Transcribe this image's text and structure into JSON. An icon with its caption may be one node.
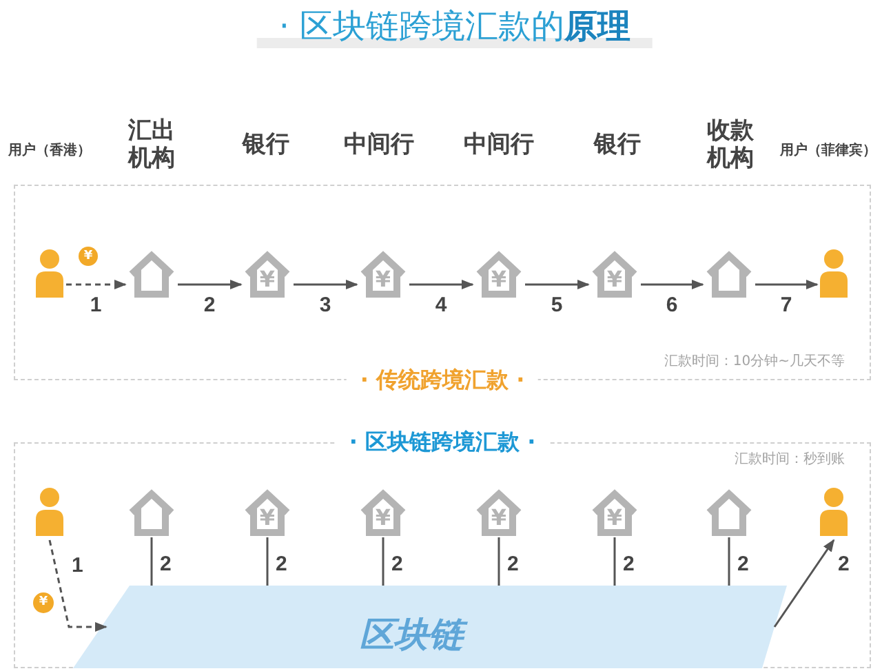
{
  "diagram": {
    "title": "· 区块链跨境汇款的**原理**",
    "nodes": [
      {
        "text": [
          "· 传统跨境汇款 ·",
          "汇款时间：10分钟~几天不等"
        ]
      },
      {
        "text": [],
        "shape": "person",
        "in": 0
      },
      {
        "text": [
          "¥"
        ],
        "in": 0
      },
      {
        "text": [],
        "shape": "house",
        "in": 0
      },
      {
        "text": [
          "¥"
        ],
        "in": 0
      },
      {
        "text": [
          "¥"
        ],
        "in": 0
      },
      {
        "text": [
          "¥"
        ],
        "in": 0
      },
      {
        "text": [
          "¥"
        ],
        "in": 0
      },
      {
        "text": [],
        "shape": "house",
        "in": 0
      },
      {
        "text": [],
        "shape": "person",
        "in": 0
      },
      {
        "text": [
          "· 区块链跨境汇款 ·",
          "汇款时间：秒到账"
        ]
      },
      {
        "text": [],
        "shape": "person",
        "in": 10
      },
      {
        "text": [],
        "shape": "house",
        "in": 10
      },
      {
        "text": [
          "¥"
        ],
        "in": 10
      },
      {
        "text": [
          "¥"
        ],
        "in": 10
      },
      {
        "text": [
          "¥"
        ],
        "in": 10
      },
      {
        "text": [
          "¥"
        ],
        "in": 10
      },
      {
        "text": [],
        "shape": "house",
        "in": 10
      },
      {
        "text": [],
        "shape": "person",
        "in": 10
      },
      {
        "text": [
          "¥"
        ],
        "in": 10
      },
      {
        "text": [
          "区块链"
        ],
        "in": 10
      }
    ],
    "edges": [
      {
        "from": 1,
        "to": 3,
        "arrow": "to",
        "label": "1",
        "style": "dashed"
      },
      {
        "from": 3,
        "to": 4,
        "arrow": "to",
        "label": "2"
      },
      {
        "from": 4,
        "to": 5,
        "arrow": "to",
        "label": "3"
      },
      {
        "from": 5,
        "to": 6,
        "arrow": "to",
        "label": "4"
      },
      {
        "from": 6,
        "to": 7,
        "arrow": "to",
        "label": "5"
      },
      {
        "from": 7,
        "to": 8,
        "arrow": "to",
        "label": "6"
      },
      {
        "from": 8,
        "to": 9,
        "arrow": "to",
        "label": "7"
      },
      {
        "from": 11,
        "to": 20,
        "arrow": "to",
        "label": "1",
        "style": "dashed"
      },
      {
        "from": 12,
        "to": 20,
        "arrow": "none",
        "label": "2"
      },
      {
        "from": 13,
        "to": 20,
        "arrow": "none",
        "label": "2"
      },
      {
        "from": 14,
        "to": 20,
        "arrow": "none",
        "label": "2"
      },
      {
        "from": 15,
        "to": 20,
        "arrow": "none",
        "label": "2"
      },
      {
        "from": 16,
        "to": 20,
        "arrow": "none",
        "label": "2"
      },
      {
        "from": 17,
        "to": 20,
        "arrow": "none",
        "label": "2"
      },
      {
        "from": 20,
        "to": 18,
        "arrow": "to",
        "label": "2"
      }
    ],
    "labels": [
      "用户（香港）",
      "汇出机构",
      "银行",
      "中间行",
      "中间行",
      "银行",
      "收款机构",
      "用户（菲律宾）"
    ]
  }
}
